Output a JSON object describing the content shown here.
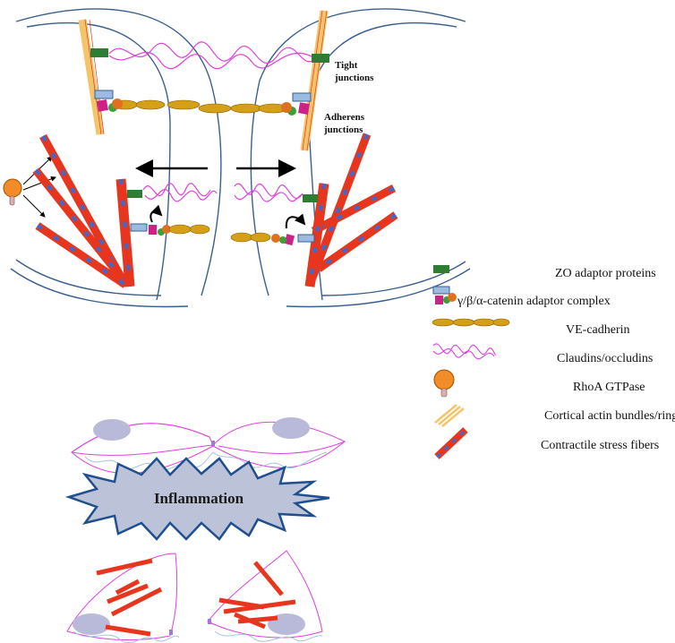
{
  "labels": {
    "tight": [
      "Tight",
      "junctions"
    ],
    "adherens": [
      "Adherens",
      "junctions"
    ],
    "inflammation": "Inflammation"
  },
  "legend": [
    {
      "icon": "zo-adaptor-icon",
      "label": "ZO adaptor proteins"
    },
    {
      "icon": "catenin-complex-icon",
      "label": "γ/β/α-catenin adaptor complex"
    },
    {
      "icon": "ve-cadherin-icon",
      "label": "VE-cadherin"
    },
    {
      "icon": "claudin-icon",
      "label": "Claudins/occludins"
    },
    {
      "icon": "rhoa-icon",
      "label": "RhoA GTPase"
    },
    {
      "icon": "cortical-actin-icon",
      "label": "Cortical actin bundles/ring"
    },
    {
      "icon": "stress-fiber-icon",
      "label": "Contractile stress fibers"
    }
  ],
  "colors": {
    "membrane": "#3a5f8f",
    "zo": "#2e7d32",
    "cadherin": "#d4a017",
    "claudin": "#e040e0",
    "rhoa": "#f28c28",
    "cortical": "#f4c46a",
    "stress": "#e8361e",
    "stress_dash": "#3a6bd1",
    "nucleus": "#b9b9d9",
    "inflammation_fill": "#bcc3d8",
    "inflammation_stroke": "#1f4f8f"
  }
}
